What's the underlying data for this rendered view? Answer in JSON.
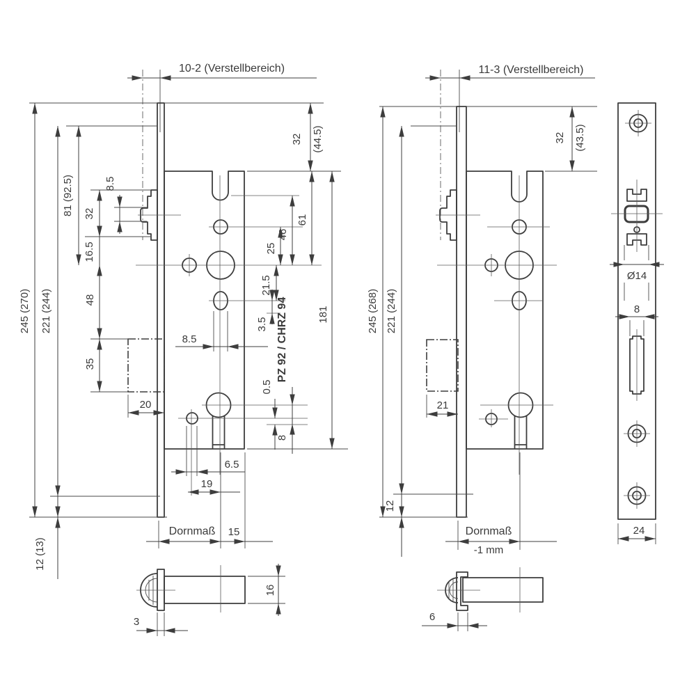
{
  "colors": {
    "line": "#3d3d3d",
    "background": "#ffffff"
  },
  "top_dims": {
    "left_adjust_range": "10-2 (Verstellbereich)",
    "right_adjust_range": "11-3 (Verstellbereich)"
  },
  "left_view": {
    "overall_height": "245 (270)",
    "plate_height": "221 (244)",
    "hub_height": "81 (92.5)",
    "latch_height": "32",
    "latch_nose_height": "8.5",
    "latch_to_hub": "16.5",
    "hub_to_bolt": "48",
    "bolt_height": "35",
    "bolt_throw": "20",
    "oval_hole_width": "8.5",
    "plate_top_offset": "32",
    "plate_top_offset_alt": "(44.5)",
    "top_to_hub": "61",
    "notch_to_hub": "46",
    "hole_to_hub": "25",
    "hub_to_oval": "21.5",
    "oval_offset": "3.5",
    "cyl_offset": "0.5",
    "cyl_to_bottom": "8",
    "body_height": "181",
    "cylinder_type": "PZ 92 / CHRZ 94",
    "bottom_offset": "12 (13)",
    "backset_label": "Dornmaß",
    "front_dim": "15",
    "pin_width": "6.5",
    "pin_pitch": "19",
    "detail_offset": "3",
    "detail_height": "16"
  },
  "middle_view": {
    "overall_height": "245 (268)",
    "plate_height": "221 (244)",
    "plate_top_offset": "32",
    "plate_top_offset_alt": "(43.5)",
    "bolt_throw": "21",
    "bottom_offset": "12",
    "backset_label": "Dornmaß",
    "backset_note": "-1 mm",
    "detail_offset": "6"
  },
  "right_view": {
    "latch_diameter": "Ø14",
    "slot_width": "8",
    "plate_width": "24"
  }
}
